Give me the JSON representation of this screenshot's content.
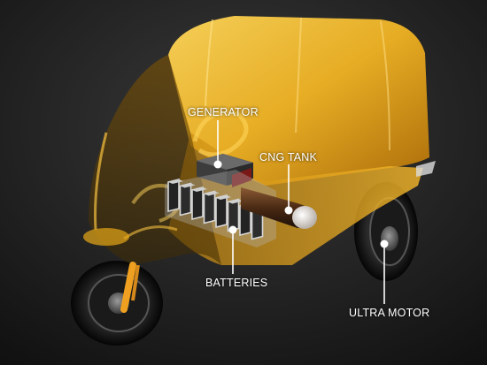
{
  "labels": {
    "generator": "GENERATOR",
    "cng_tank": "CNG TANK",
    "batteries": "BATTERIES",
    "ultra_motor": "ULTRA MOTOR"
  },
  "colors": {
    "background": "#1c1c1c",
    "body_shell": "#f0b323",
    "body_shadow": "#a36a05",
    "callout": "#ffffff"
  }
}
